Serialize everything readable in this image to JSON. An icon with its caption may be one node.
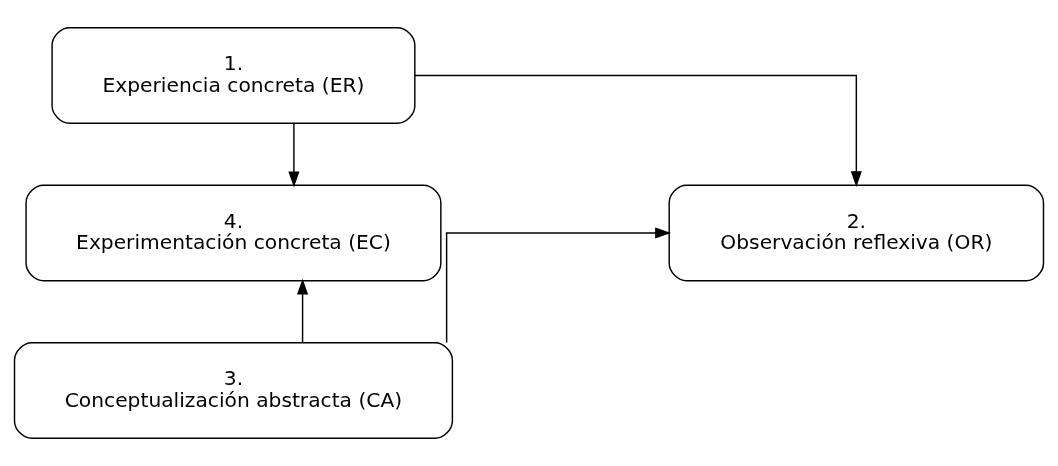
{
  "diagram": {
    "nodes": [
      {
        "text": [
          "1.",
          "Experiencia concreta (ER)"
        ]
      },
      {
        "text": [
          "4.",
          "Experimentación concreta (EC)"
        ]
      },
      {
        "text": [
          "2.",
          "Observación reflexiva (OR)"
        ]
      },
      {
        "text": [
          "3.",
          "Conceptualización abstracta (CA)"
        ]
      }
    ],
    "edges": [
      {
        "from": 0,
        "to": 1,
        "arrow": "to"
      },
      {
        "from": 0,
        "to": 2,
        "arrow": "to"
      },
      {
        "from": 3,
        "to": 1,
        "arrow": "to"
      },
      {
        "from": 3,
        "to": 2,
        "arrow": "to"
      }
    ]
  }
}
